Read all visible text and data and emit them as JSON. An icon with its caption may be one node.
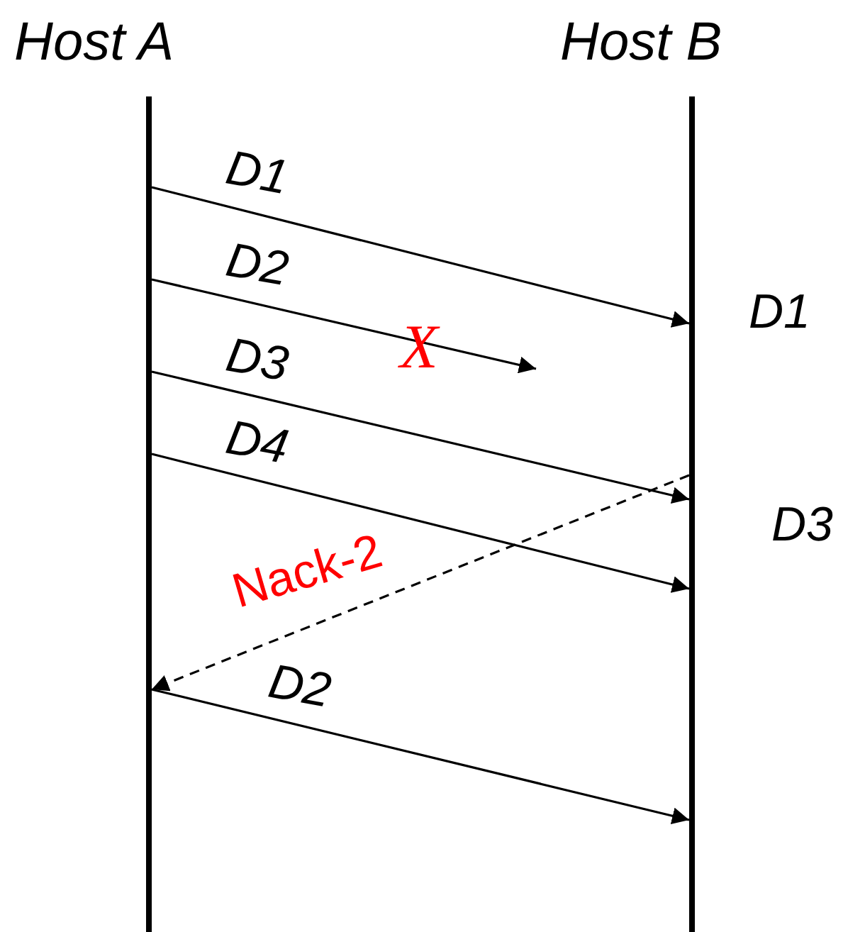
{
  "diagram": {
    "nodes": [
      {
        "text": [
          "Host A"
        ]
      },
      {
        "text": [
          "Host B"
        ]
      }
    ],
    "edges": [
      {
        "from": 0,
        "to": 1,
        "arrow": "to",
        "label": "D1"
      },
      {
        "from": 0,
        "to": null,
        "arrow": "to",
        "label": "D2"
      },
      {
        "from": 0,
        "to": 1,
        "arrow": "to",
        "label": "D3"
      },
      {
        "from": 0,
        "to": 1,
        "arrow": "to",
        "label": "D4"
      },
      {
        "from": 1,
        "to": 0,
        "arrow": "to",
        "label": "Nack-2",
        "style": "dashed"
      },
      {
        "from": 0,
        "to": 1,
        "arrow": "to",
        "label": "D2"
      }
    ],
    "labels": [
      "D1",
      "X",
      "D3"
    ]
  }
}
